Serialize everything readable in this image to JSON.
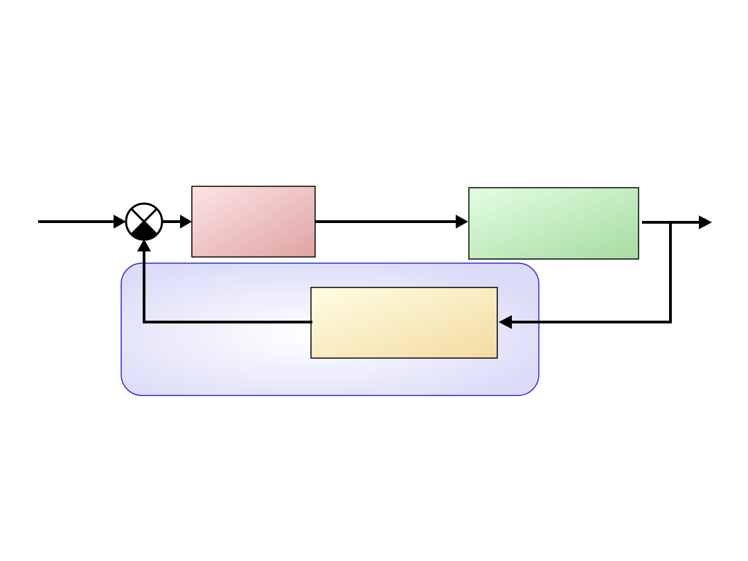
{
  "diagram": {
    "type": "feedback-control-block-diagram",
    "blocks": [
      {
        "id": "controller",
        "label": ""
      },
      {
        "id": "plant",
        "label": ""
      },
      {
        "id": "feedback",
        "label": ""
      }
    ],
    "summing_junction": {
      "label": ""
    },
    "colors": {
      "line": "#000000",
      "controller_fill_light": "#fde4e4",
      "controller_fill_dark": "#dfa3a3",
      "plant_fill_light": "#e3fde3",
      "plant_fill_dark": "#a6dca0",
      "feedback_fill_light": "#fffde3",
      "feedback_fill_dark": "#f2dca1",
      "feedback_region_fill_center": "#ffffff",
      "feedback_region_fill_edge": "#dcdcf8",
      "feedback_region_border": "#2a2ad0"
    }
  }
}
